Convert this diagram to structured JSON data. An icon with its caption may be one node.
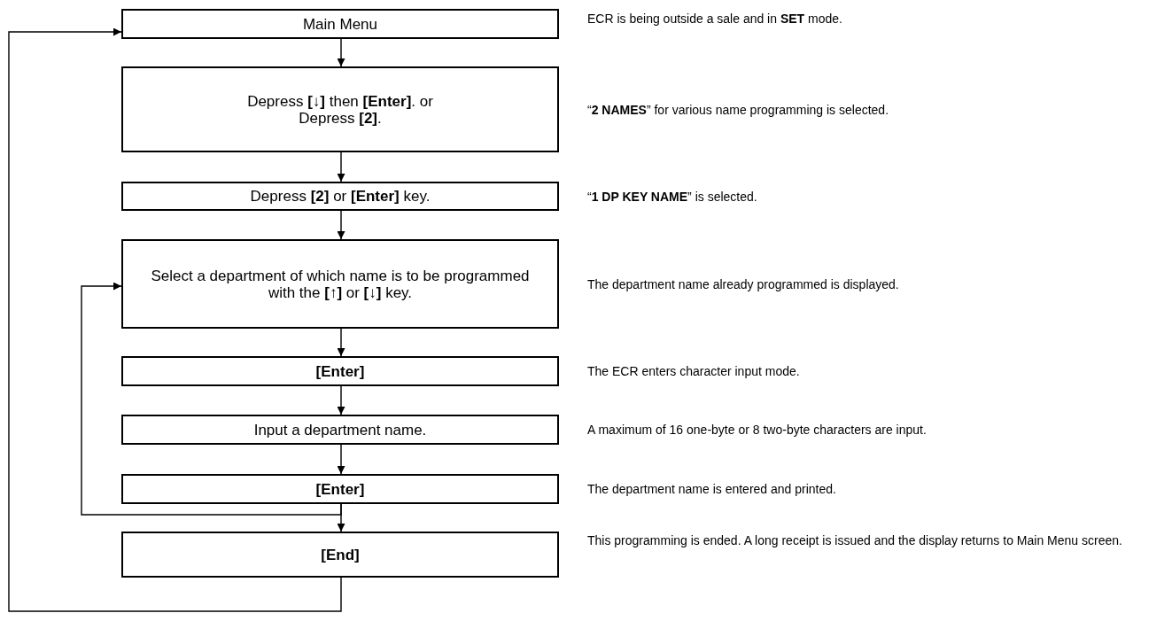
{
  "diagram": {
    "nodes": [
      {
        "text": [
          "Main Menu"
        ],
        "beside": [
          "ECR is being outside a sale and in **SET** mode."
        ]
      },
      {
        "text": [
          "Depress **[↓]** then **[Enter]**. or Depress **[2]**."
        ],
        "beside": [
          "“**2 NAMES**” for various name programming is selected."
        ]
      },
      {
        "text": [
          "Depress **[2]** or **[Enter]** key."
        ],
        "beside": [
          "“**1 DP KEY NAME**” is selected."
        ]
      },
      {
        "text": [
          "Select a department of which name is to be programmed with the **[↑]** or **[↓]** key."
        ],
        "beside": [
          "The department name already programmed is displayed."
        ]
      },
      {
        "text": [
          "[Enter]"
        ],
        "beside": [
          "The ECR enters character input mode."
        ]
      },
      {
        "text": [
          "Input a department name."
        ],
        "beside": [
          "A maximum of 16 one-byte or 8 two-byte characters are input."
        ]
      },
      {
        "text": [
          "[Enter]"
        ],
        "beside": [
          "The department name is entered and printed."
        ]
      },
      {
        "text": [
          "[End]"
        ],
        "beside": [
          "This programming is ended.  A long receipt is issued and the display returns to Main Menu screen."
        ]
      }
    ],
    "edges": [
      {
        "from": 0,
        "to": 1,
        "arrow": "to"
      },
      {
        "from": 1,
        "to": 2,
        "arrow": "to"
      },
      {
        "from": 2,
        "to": 3,
        "arrow": "to"
      },
      {
        "from": 3,
        "to": 4,
        "arrow": "to"
      },
      {
        "from": 4,
        "to": 5,
        "arrow": "to"
      },
      {
        "from": 5,
        "to": 6,
        "arrow": "to"
      },
      {
        "from": 6,
        "to": 7,
        "arrow": "to"
      },
      {
        "from": 6,
        "to": 3,
        "arrow": "to"
      },
      {
        "from": 7,
        "to": 0,
        "arrow": "to"
      }
    ]
  }
}
